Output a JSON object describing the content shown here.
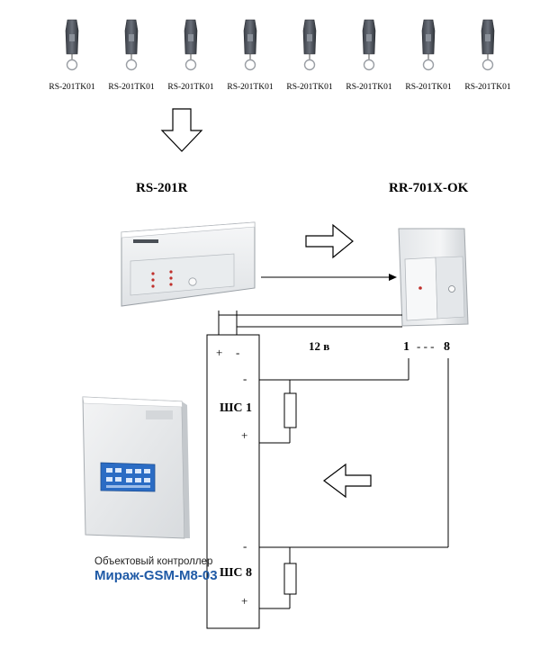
{
  "transmitters": {
    "label": "RS-201TK01",
    "count": 8
  },
  "devices": {
    "receiver_title": "RS-201R",
    "relay_title": "RR-701X-OK"
  },
  "wiring": {
    "voltage_label": "12 в",
    "relay_outputs_from": "1",
    "relay_outputs_dash": "- - -",
    "relay_outputs_to": "8",
    "power_plus": "+",
    "power_minus": "-",
    "loop1_label": "ШС 1",
    "loop8_label": "ШС 8",
    "minus": "-",
    "plus": "+"
  },
  "controller": {
    "caption_line1": "Объектовый контроллер",
    "caption_line2": "Мираж-GSM-M8-03"
  },
  "colors": {
    "line": "#000000",
    "device_body": "#eef0f2",
    "brand_blue": "#1f5aa6",
    "screen_blue": "#2b6cc4"
  }
}
